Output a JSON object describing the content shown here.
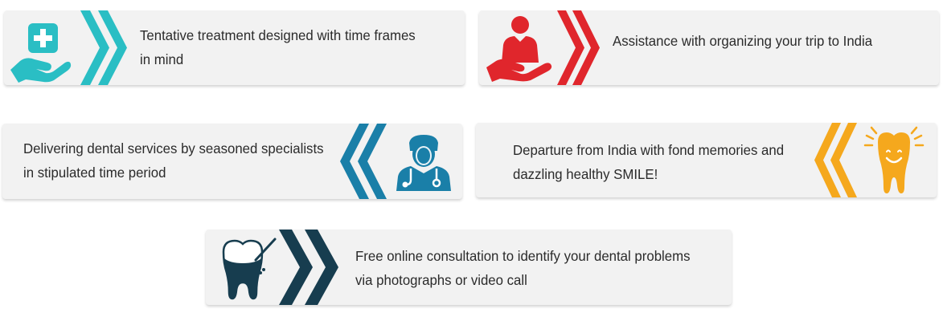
{
  "features": [
    {
      "lines": [
        "Tentative treatment designed with time frames",
        "in mind"
      ],
      "color": "#2abec4",
      "icon": "hand-medical-cross-icon"
    },
    {
      "lines": [
        "Assistance with organizing your trip to India"
      ],
      "color": "#e0262c",
      "icon": "hand-person-care-icon"
    },
    {
      "lines": [
        "Delivering dental services by seasoned specialists",
        "in stipulated time period"
      ],
      "color": "#1a7fa8",
      "icon": "doctor-stethoscope-icon"
    },
    {
      "lines": [
        "Departure from India with fond memories and",
        "dazzling healthy SMILE!"
      ],
      "color": "#f5a81d",
      "icon": "smiling-tooth-icon"
    },
    {
      "lines": [
        "Free online consultation to identify your dental problems",
        "via photographs or video call"
      ],
      "color": "#173d4f",
      "icon": "tooth-inspection-icon"
    }
  ]
}
